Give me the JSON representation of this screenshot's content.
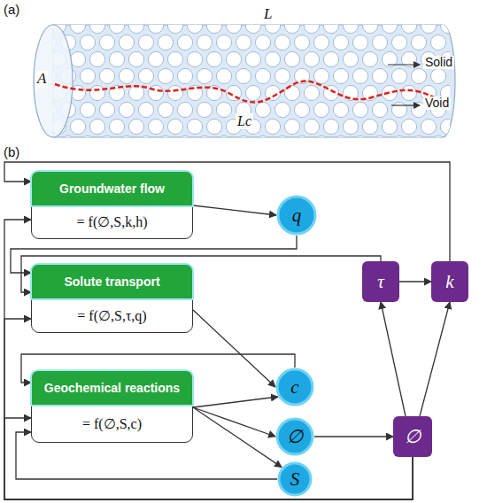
{
  "diagram": {
    "nodes": [
      {
        "text": [
          "Groundwater flow",
          "= f(∅,S,k,h)"
        ]
      },
      {
        "text": [
          "q"
        ]
      },
      {
        "text": [
          "Solute transport",
          "= f(∅,S,τ,q)"
        ]
      },
      {
        "text": [
          "c"
        ]
      },
      {
        "text": [
          "τ"
        ]
      },
      {
        "text": [
          "k"
        ]
      },
      {
        "text": [
          "Geochemical reactions",
          "= f(∅,S,c)"
        ]
      },
      {
        "text": [
          "∅"
        ]
      },
      {
        "text": [
          "∅"
        ]
      },
      {
        "text": [
          "S"
        ]
      }
    ],
    "edges": [
      {
        "from": 0,
        "to": 1,
        "arrow": "to"
      },
      {
        "from": 1,
        "to": 2,
        "arrow": "to"
      },
      {
        "from": 4,
        "to": 2,
        "arrow": "to"
      },
      {
        "from": 5,
        "to": 0,
        "arrow": "to"
      },
      {
        "from": 4,
        "to": 5,
        "arrow": "to"
      },
      {
        "from": 2,
        "to": 3,
        "arrow": "to"
      },
      {
        "from": 3,
        "to": 6,
        "arrow": "to"
      },
      {
        "from": 6,
        "to": 3,
        "arrow": "to"
      },
      {
        "from": 6,
        "to": 7,
        "arrow": "to"
      },
      {
        "from": 6,
        "to": 9,
        "arrow": "to"
      },
      {
        "from": 9,
        "to": 6,
        "arrow": "to"
      },
      {
        "from": 7,
        "to": 8,
        "arrow": "to"
      },
      {
        "from": 8,
        "to": 4,
        "arrow": "to"
      },
      {
        "from": 8,
        "to": 5,
        "arrow": "to"
      },
      {
        "from": 8,
        "to": 0,
        "arrow": "to"
      },
      {
        "from": 8,
        "to": 2,
        "arrow": "to"
      },
      {
        "from": 8,
        "to": 6,
        "arrow": "to"
      }
    ],
    "labels": [
      "(a)",
      "L",
      "A",
      "Lc",
      "Solid",
      "Void",
      "(b)"
    ]
  }
}
